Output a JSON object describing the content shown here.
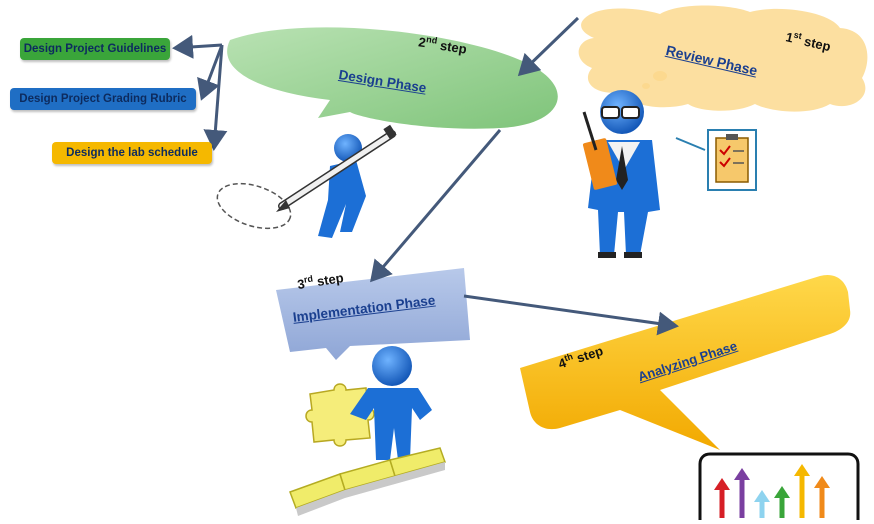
{
  "tasks": [
    {
      "label": "Design Project Guidelines",
      "color": "#3aa53a",
      "text_color": "#0d2b5e"
    },
    {
      "label": "Design Project Grading Rubric",
      "color": "#1f6ec4",
      "text_color": "#0d2b5e"
    },
    {
      "label": "Design the lab schedule",
      "color": "#f5b800",
      "text_color": "#0d2b5e"
    }
  ],
  "phases": {
    "review": {
      "label": "Review Phase",
      "color": "#fbd68a"
    },
    "design": {
      "label": "Design Phase",
      "color": "#8fcf8a"
    },
    "implementation": {
      "label": "Implementation Phase",
      "color": "#9eb4dc"
    },
    "analyzing": {
      "label": "Analyzing Phase",
      "color": "#f7c21e"
    }
  },
  "steps": {
    "step1": {
      "num": "1",
      "sup": "st",
      "word": "step"
    },
    "step2": {
      "num": "2",
      "sup": "nd",
      "word": "step"
    },
    "step3": {
      "num": "3",
      "sup": "rd",
      "word": "step"
    },
    "step4": {
      "num": "4",
      "sup": "th",
      "word": "step"
    }
  },
  "colors": {
    "arrow": "#44597a",
    "figure": "#1c6fd6",
    "figure_dark": "#0d3f8a",
    "phase_text": "#1a3f8f"
  },
  "icons": [
    "clipboard-icon",
    "rising-arrows-chart-icon",
    "puzzle-piece-icon",
    "pencil-icon",
    "glasses-icon"
  ]
}
